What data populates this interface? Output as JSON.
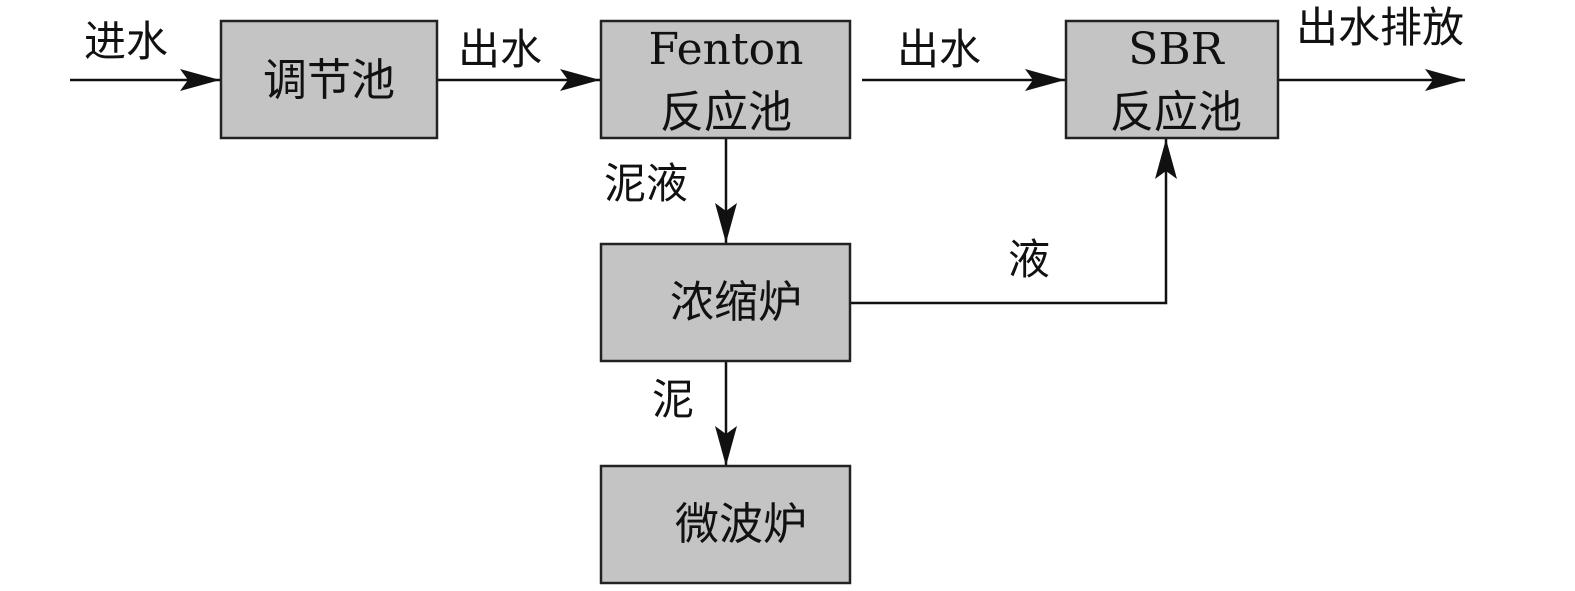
{
  "nodes": {
    "regulating_tank": {
      "lines": [
        "调节池"
      ]
    },
    "fenton_reactor": {
      "lines": [
        "Fenton",
        "反应池"
      ]
    },
    "sbr_reactor": {
      "lines": [
        "SBR",
        "反应池"
      ]
    },
    "thickening_furnace": {
      "lines": [
        "浓缩炉"
      ]
    },
    "microwave_furnace": {
      "lines": [
        "微波炉"
      ]
    }
  },
  "labels": {
    "inlet": "进水",
    "outlet_1": "出水",
    "outlet_2": "出水",
    "discharge": "出水排放",
    "sludge_liquid": "泥液",
    "liquid": "液",
    "sludge": "泥"
  }
}
